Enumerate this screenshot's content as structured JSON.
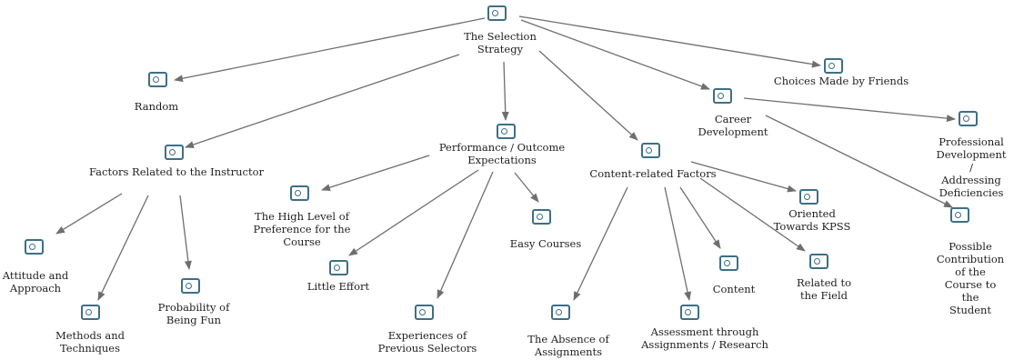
{
  "diagram": {
    "nodes": {
      "root": {
        "label": "The Selection\nStrategy",
        "icon": "tag-icon"
      },
      "random": {
        "label": "Random",
        "icon": "tag-icon"
      },
      "instructor": {
        "label": "Factors Related to the Instructor",
        "icon": "tag-icon"
      },
      "attitude": {
        "label": "Attitude and\nApproach",
        "icon": "tag-icon"
      },
      "methods": {
        "label": "Methods and\nTechniques",
        "icon": "tag-icon"
      },
      "fun": {
        "label": "Probability of\nBeing Fun",
        "icon": "tag-icon"
      },
      "performance": {
        "label": "Performance / Outcome\nExpectations",
        "icon": "tag-icon"
      },
      "preference": {
        "label": "The High Level of\nPreference for the\nCourse",
        "icon": "tag-icon"
      },
      "effort": {
        "label": "Little Effort",
        "icon": "tag-icon"
      },
      "experiences": {
        "label": "Experiences of\nPrevious Selectors",
        "icon": "tag-icon"
      },
      "easy": {
        "label": "Easy Courses",
        "icon": "tag-icon"
      },
      "content_factors": {
        "label": "Content-related Factors",
        "icon": "tag-icon"
      },
      "absence": {
        "label": "The Absence of\nAssignments",
        "icon": "tag-icon"
      },
      "assessment": {
        "label": "Assessment through\nAssignments / Research",
        "icon": "tag-icon"
      },
      "content": {
        "label": "Content",
        "icon": "tag-icon"
      },
      "kpss": {
        "label": "Oriented\nTowards KPSS",
        "icon": "tag-icon"
      },
      "field": {
        "label": "Related to\nthe Field",
        "icon": "tag-icon"
      },
      "career": {
        "label": "Career\nDevelopment",
        "icon": "tag-icon"
      },
      "friends": {
        "label": "Choices Made by Friends",
        "icon": "tag-icon"
      },
      "professional": {
        "label": "Professional\nDevelopment /\nAddressing Deficiencies",
        "icon": "tag-icon"
      },
      "contribution": {
        "label": "Possible Contribution\nof the Course to the\nStudent",
        "icon": "tag-icon"
      }
    },
    "edges": [
      [
        "root",
        "random"
      ],
      [
        "root",
        "instructor"
      ],
      [
        "root",
        "performance"
      ],
      [
        "root",
        "content_factors"
      ],
      [
        "root",
        "career"
      ],
      [
        "root",
        "friends"
      ],
      [
        "instructor",
        "attitude"
      ],
      [
        "instructor",
        "methods"
      ],
      [
        "instructor",
        "fun"
      ],
      [
        "performance",
        "preference"
      ],
      [
        "performance",
        "effort"
      ],
      [
        "performance",
        "experiences"
      ],
      [
        "performance",
        "easy"
      ],
      [
        "content_factors",
        "absence"
      ],
      [
        "content_factors",
        "assessment"
      ],
      [
        "content_factors",
        "content"
      ],
      [
        "content_factors",
        "kpss"
      ],
      [
        "content_factors",
        "field"
      ],
      [
        "career",
        "professional"
      ],
      [
        "career",
        "contribution"
      ]
    ],
    "colors": {
      "icon": "#3d6f86",
      "edge": "#6e6e6e",
      "text": "#1e1e1e"
    }
  }
}
